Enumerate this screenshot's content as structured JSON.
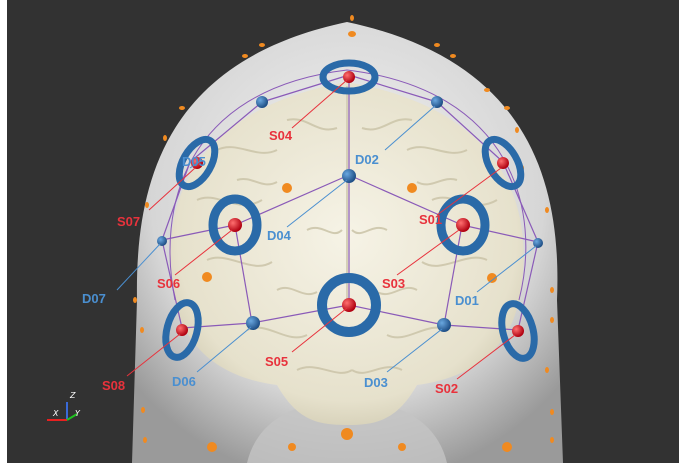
{
  "viewer": {
    "background": "#323232",
    "source_color": "#e8323c",
    "detector_color": "#4a8fd0",
    "ring_color": "#2a6aa8",
    "channel_color": "#8a5ab8",
    "optode_ref_color": "#f08a20"
  },
  "sources": [
    {
      "label": "S01"
    },
    {
      "label": "S02"
    },
    {
      "label": "S03"
    },
    {
      "label": "S04"
    },
    {
      "label": "S05"
    },
    {
      "label": "S06"
    },
    {
      "label": "S07"
    },
    {
      "label": "S08"
    }
  ],
  "detectors": [
    {
      "label": "D01"
    },
    {
      "label": "D02"
    },
    {
      "label": "D03"
    },
    {
      "label": "D04"
    },
    {
      "label": "D05"
    },
    {
      "label": "D06"
    },
    {
      "label": "D07"
    }
  ],
  "axes": {
    "x": "X",
    "y": "Y",
    "z": "Z"
  }
}
